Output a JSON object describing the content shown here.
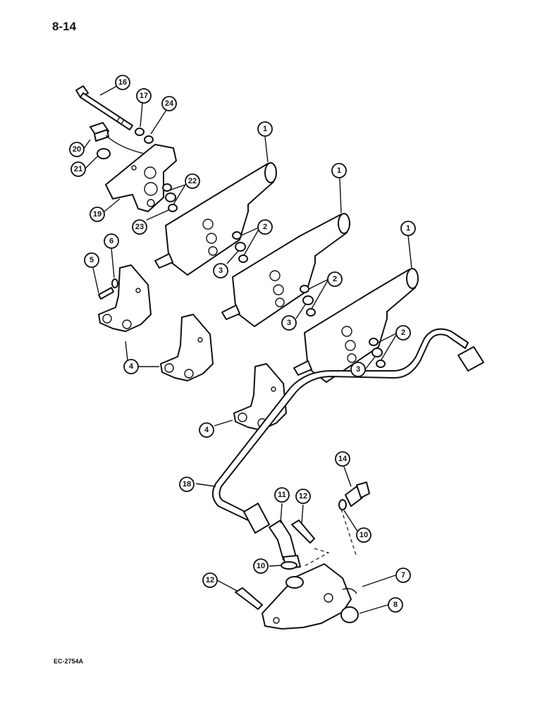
{
  "page": {
    "number": "8-14",
    "figure_code": "EC-2754A"
  },
  "callouts": [
    {
      "id": "c16",
      "label": "16"
    },
    {
      "id": "c17",
      "label": "17"
    },
    {
      "id": "c24",
      "label": "24"
    },
    {
      "id": "c20",
      "label": "20"
    },
    {
      "id": "c21",
      "label": "21"
    },
    {
      "id": "c22",
      "label": "22"
    },
    {
      "id": "c23",
      "label": "23"
    },
    {
      "id": "c19",
      "label": "19"
    },
    {
      "id": "c1a",
      "label": "1"
    },
    {
      "id": "c1b",
      "label": "1"
    },
    {
      "id": "c1c",
      "label": "1"
    },
    {
      "id": "c2a",
      "label": "2"
    },
    {
      "id": "c3a",
      "label": "3"
    },
    {
      "id": "c2b",
      "label": "2"
    },
    {
      "id": "c3b",
      "label": "3"
    },
    {
      "id": "c2c",
      "label": "2"
    },
    {
      "id": "c3c",
      "label": "3"
    },
    {
      "id": "c6",
      "label": "6"
    },
    {
      "id": "c5",
      "label": "5"
    },
    {
      "id": "c4a",
      "label": "4"
    },
    {
      "id": "c4b",
      "label": "4"
    },
    {
      "id": "c18",
      "label": "18"
    },
    {
      "id": "c14",
      "label": "14"
    },
    {
      "id": "c11",
      "label": "11"
    },
    {
      "id": "c12a",
      "label": "12"
    },
    {
      "id": "c10a",
      "label": "10"
    },
    {
      "id": "c10b",
      "label": "10"
    },
    {
      "id": "c7",
      "label": "7"
    },
    {
      "id": "c12b",
      "label": "12"
    },
    {
      "id": "c8",
      "label": "8"
    }
  ]
}
